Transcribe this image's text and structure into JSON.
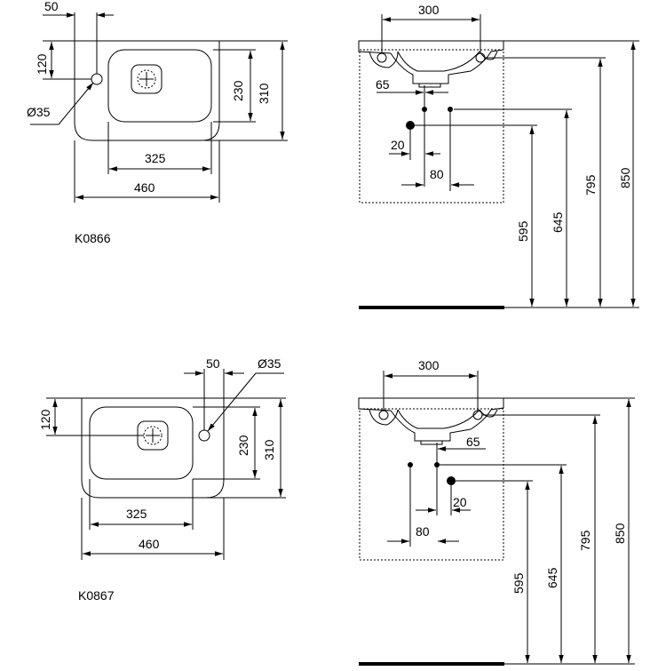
{
  "k0866": {
    "code": "K0866",
    "top": {
      "d50": "50",
      "d120": "120",
      "d230": "230",
      "d310": "310",
      "d325": "325",
      "d460": "460",
      "dia": "Ø35"
    },
    "side": {
      "d300": "300",
      "d65": "65",
      "d20": "20",
      "d80": "80",
      "d595": "595",
      "d645": "645",
      "d795": "795",
      "d850": "850"
    }
  },
  "k0867": {
    "code": "K0867",
    "top": {
      "d50": "50",
      "d120": "120",
      "d230": "230",
      "d310": "310",
      "d325": "325",
      "d460": "460",
      "dia": "Ø35"
    },
    "side": {
      "d300": "300",
      "d65": "65",
      "d20": "20",
      "d80": "80",
      "d595": "595",
      "d645": "645",
      "d795": "795",
      "d850": "850"
    }
  }
}
